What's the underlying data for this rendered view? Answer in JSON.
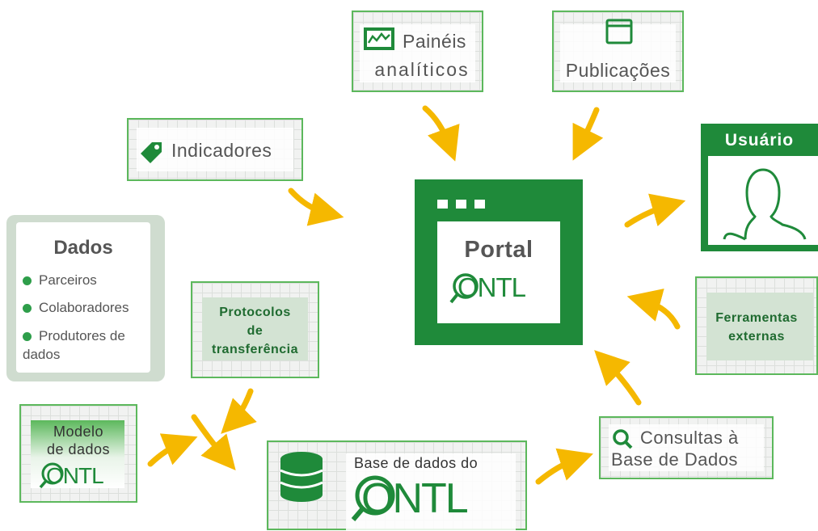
{
  "paineis": {
    "line1": "Painéis",
    "line2": "analíticos"
  },
  "publicacoes": {
    "label": "Publicações"
  },
  "indicadores": {
    "label": "Indicadores"
  },
  "usuario": {
    "label": "Usuário"
  },
  "portal": {
    "label": "Portal",
    "logo_text": "ONTL"
  },
  "dados": {
    "title": "Dados",
    "items": [
      "Parceiros",
      "Colaboradores",
      "Produtores de",
      "dados"
    ]
  },
  "protocolos": {
    "line1": "Protocolos",
    "line2": "de",
    "line3": "transferência"
  },
  "ferramentas": {
    "line1": "Ferramentas",
    "line2": "externas"
  },
  "modelo": {
    "line1": "Modelo",
    "line2": "de dados",
    "logo_text": "ONTL"
  },
  "base": {
    "label": "Base de dados do",
    "logo_text": "ONTL"
  },
  "consultas": {
    "line1": "Consultas à",
    "line2": "Base de Dados"
  },
  "colors": {
    "green_dark": "#1f8a3a",
    "green_light": "#5cb85c",
    "arrow": "#f5b800"
  },
  "icons": [
    "chart-icon",
    "window-icon",
    "tag-icon",
    "user-silhouette-icon",
    "database-icon",
    "search-icon"
  ]
}
